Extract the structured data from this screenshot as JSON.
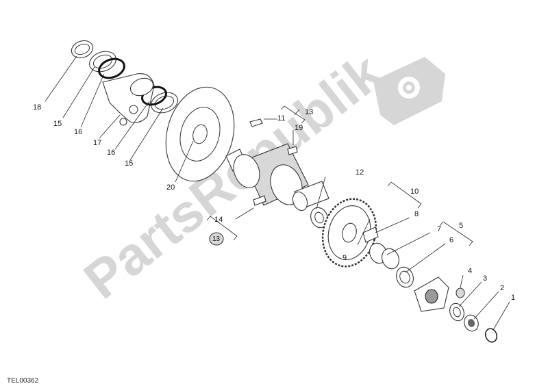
{
  "watermark": {
    "text": "PartsRepublik",
    "gear_icon": "gear-icon",
    "color": "#d6d6d6"
  },
  "diagram_code": "TEL00362",
  "callouts": {
    "c1": "1",
    "c2": "2",
    "c3": "3",
    "c4": "4",
    "c5": "5",
    "c6": "6",
    "c7": "7",
    "c8": "8",
    "c9": "9",
    "c10": "10",
    "c11": "11",
    "c12": "12",
    "c13": "13",
    "c13b": "13",
    "c14": "14",
    "c15": "15",
    "c15b": "15",
    "c16": "16",
    "c16b": "16",
    "c17": "17",
    "c18": "18",
    "c19": "19",
    "c20": "20"
  }
}
